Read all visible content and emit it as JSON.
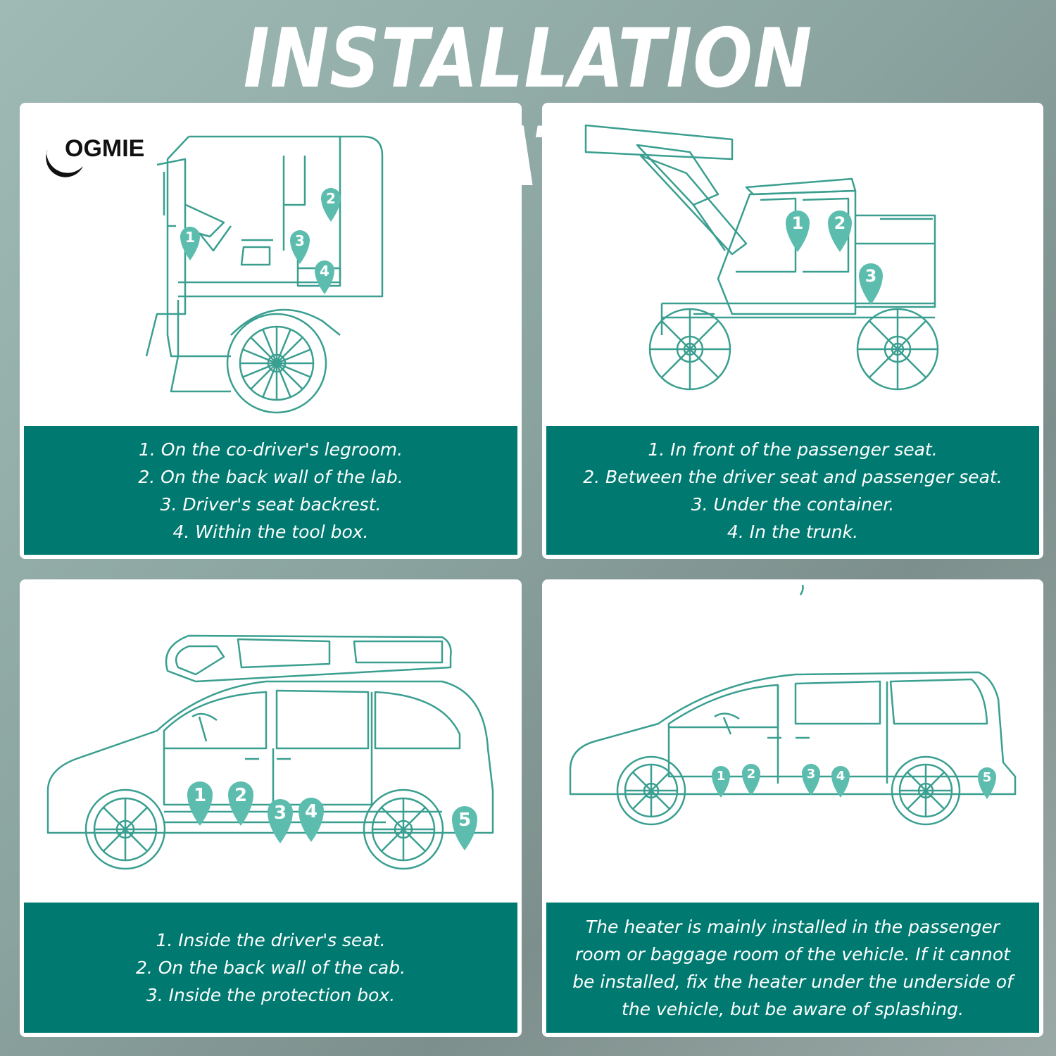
{
  "title": "INSTALLATION LOCATION",
  "brand": {
    "name": "OGMIE"
  },
  "colors": {
    "teal": "#007a70",
    "line": "#3a9f90",
    "pin": "#5cbdae",
    "background": "#8aa39f"
  },
  "panels": [
    {
      "vehicle": "truck cab",
      "pins": [
        "1",
        "2",
        "3",
        "4"
      ],
      "caption": [
        "1. On the co-driver's legroom.",
        "2. On the back wall of the lab.",
        "3. Driver's seat backrest.",
        "4. Within the tool box."
      ]
    },
    {
      "vehicle": "excavator",
      "pins": [
        "1",
        "2",
        "3"
      ],
      "caption": [
        "1. In front of the passenger seat.",
        "2. Between the driver seat and passenger seat.",
        "3. Under the container.",
        "4. In the trunk."
      ]
    },
    {
      "vehicle": "van",
      "pins": [
        "1",
        "2",
        "3",
        "4",
        "5"
      ],
      "caption": [
        "1. Inside the driver's seat.",
        "2. On the back wall of the cab.",
        "3. Inside the protection box."
      ]
    },
    {
      "vehicle": "minivan",
      "pins": [
        "1",
        "2",
        "3",
        "4",
        "5"
      ],
      "caption_paragraph": "The heater is mainly installed in the passenger room or baggage room of the vehicle. If it cannot be installed, fix the heater under the underside of the vehicle, but be aware of splashing."
    }
  ]
}
